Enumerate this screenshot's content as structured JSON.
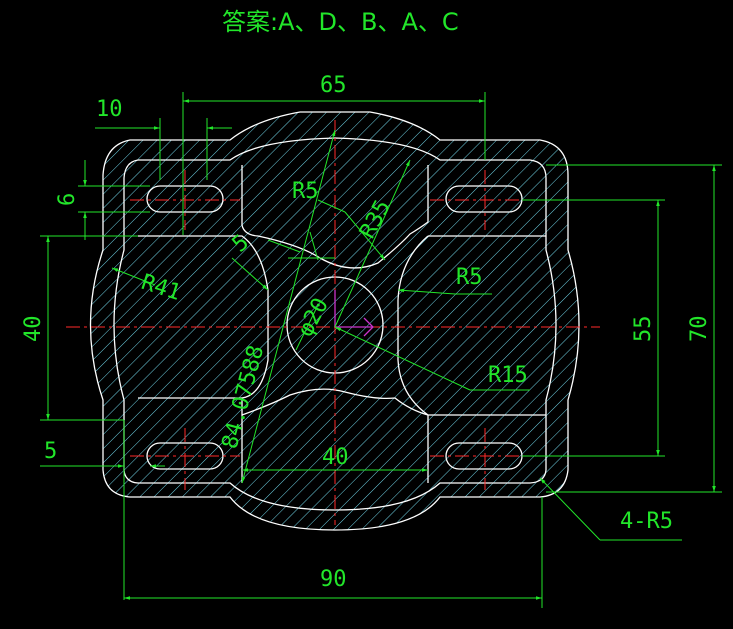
{
  "title": "答案:A、D、B、A、C",
  "colors": {
    "background": "#000000",
    "dimension": "#22e62a",
    "outline": "#ffffff",
    "centerline": "#ff2a2a",
    "hatch": "#6fd3e6",
    "axis_marker": "#cc33cc"
  },
  "dimensions": {
    "d65": "65",
    "d10": "10",
    "d6": "6",
    "d40_left": "40",
    "d5_left": "5",
    "r5_top": "R5",
    "r35": "R35",
    "r5_small": "5",
    "r41": "R41",
    "r5_right": "R5",
    "phi20": "φ20",
    "d84": "84.07588",
    "d40_bottom": "40",
    "r15": "R15",
    "d55": "55",
    "d70": "70",
    "r5_4": "4-R5",
    "d90": "90"
  }
}
